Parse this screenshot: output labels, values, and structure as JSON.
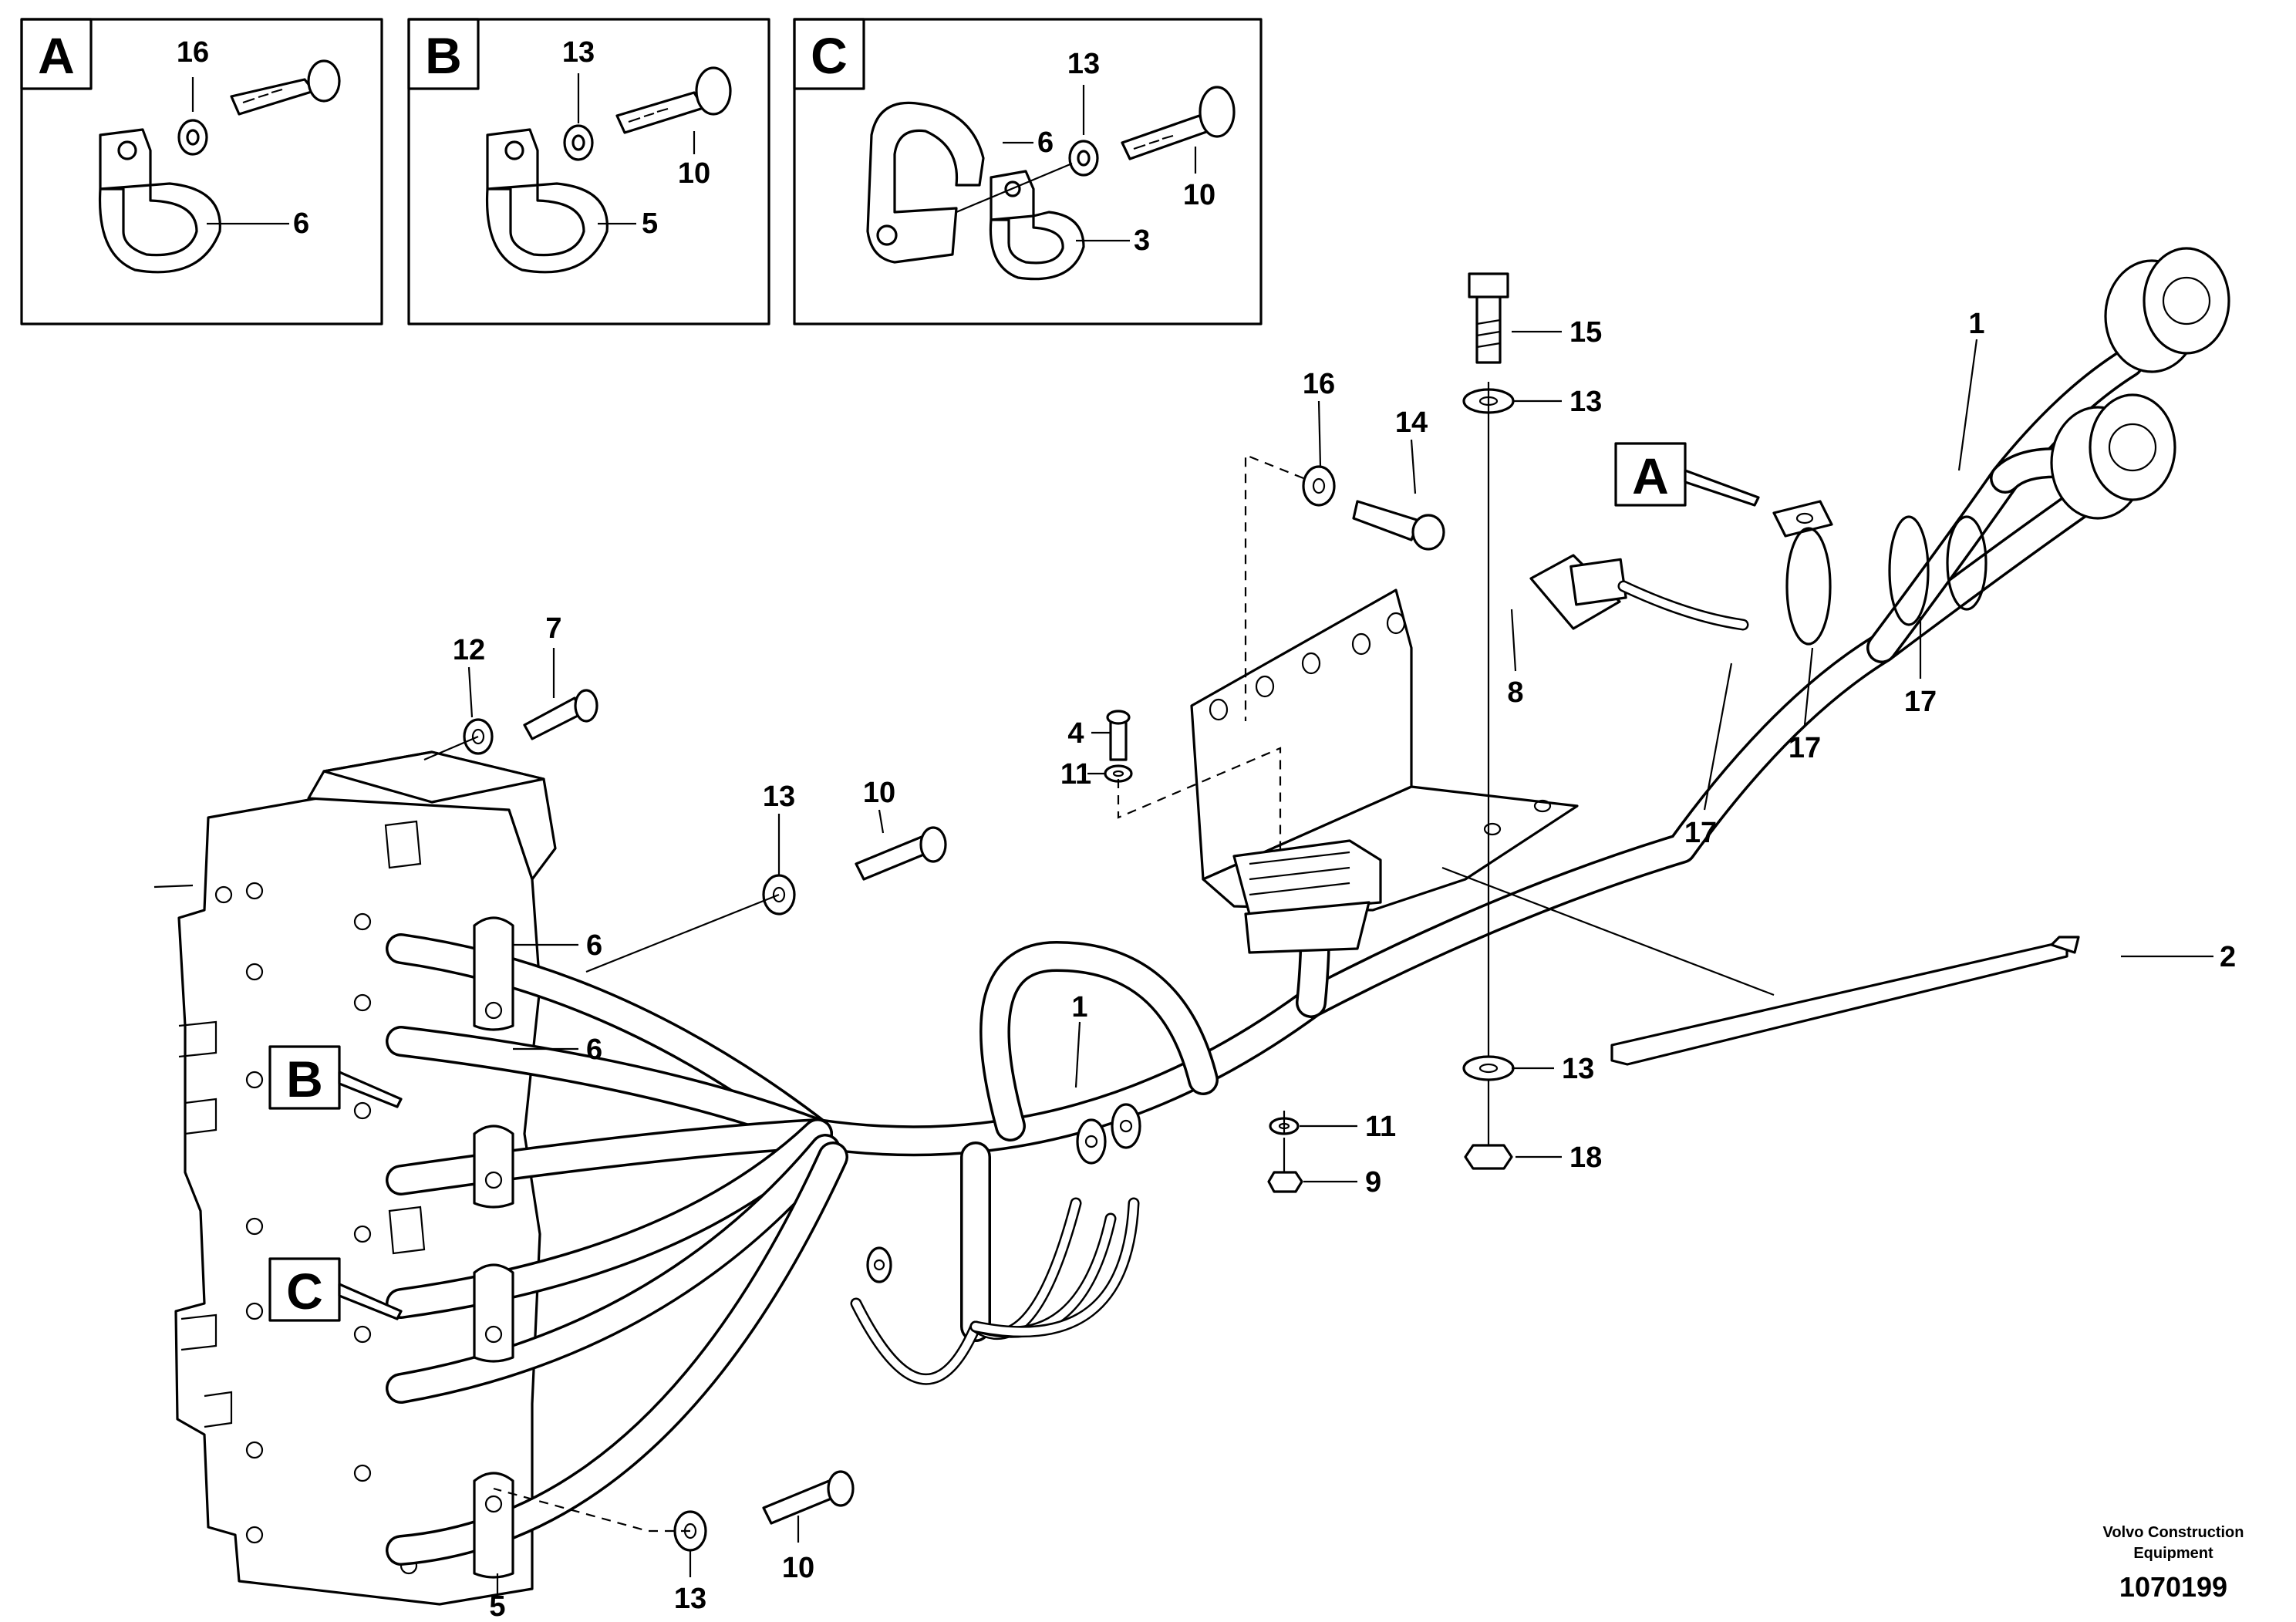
{
  "detail_views": [
    {
      "letter": "A",
      "labels": [
        "16",
        "6"
      ]
    },
    {
      "letter": "B",
      "labels": [
        "13",
        "10",
        "5"
      ]
    },
    {
      "letter": "C",
      "labels": [
        "13",
        "6",
        "10",
        "3"
      ]
    }
  ],
  "callout_letters": [
    "A",
    "B",
    "C"
  ],
  "part_labels": [
    "1",
    "1",
    "2",
    "4",
    "5",
    "6",
    "6",
    "7",
    "8",
    "9",
    "10",
    "10",
    "11",
    "11",
    "12",
    "13",
    "13",
    "13",
    "13",
    "14",
    "15",
    "16",
    "17",
    "17",
    "17",
    "18"
  ],
  "footer": {
    "company_line1": "Volvo Construction",
    "company_line2": "Equipment",
    "drawing_number": "1070199"
  }
}
